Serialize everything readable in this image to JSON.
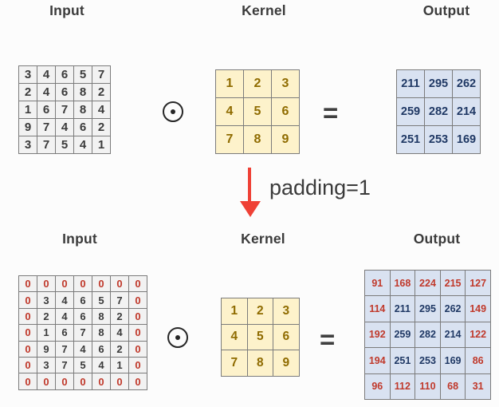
{
  "colors": {
    "padded_value_red": "#c0392b",
    "matrix_value_dark": "#3b3b3b",
    "output_value_navy": "#1f3864",
    "kernel_value_gold": "#8f6b00",
    "input_cell_bg": "#f2f2f2",
    "kernel_cell_bg": "#fdf2cb",
    "output_cell_bg": "#d9e2f1",
    "arrow_red": "#ef4136"
  },
  "operators": {
    "elementwise": "⊙",
    "equals": "="
  },
  "annotation": {
    "arrow_label": "padding=1"
  },
  "top_row": {
    "input_title": "Input",
    "kernel_title": "Kernel",
    "output_title": "Output",
    "input_matrix": {
      "values": [
        [
          3,
          4,
          6,
          5,
          7
        ],
        [
          2,
          4,
          6,
          8,
          2
        ],
        [
          1,
          6,
          7,
          8,
          4
        ],
        [
          9,
          7,
          4,
          6,
          2
        ],
        [
          3,
          7,
          5,
          4,
          1
        ]
      ]
    },
    "kernel_matrix": {
      "values": [
        [
          1,
          2,
          3
        ],
        [
          4,
          5,
          6
        ],
        [
          7,
          8,
          9
        ]
      ]
    },
    "output_matrix": {
      "values": [
        [
          211,
          295,
          262
        ],
        [
          259,
          282,
          214
        ],
        [
          251,
          253,
          169
        ]
      ]
    }
  },
  "bottom_row": {
    "input_title": "Input",
    "kernel_title": "Kernel",
    "output_title": "Output",
    "input_matrix": {
      "ring_red": true,
      "values": [
        [
          0,
          0,
          0,
          0,
          0,
          0,
          0
        ],
        [
          0,
          3,
          4,
          6,
          5,
          7,
          0
        ],
        [
          0,
          2,
          4,
          6,
          8,
          2,
          0
        ],
        [
          0,
          1,
          6,
          7,
          8,
          4,
          0
        ],
        [
          0,
          9,
          7,
          4,
          6,
          2,
          0
        ],
        [
          0,
          3,
          7,
          5,
          4,
          1,
          0
        ],
        [
          0,
          0,
          0,
          0,
          0,
          0,
          0
        ]
      ]
    },
    "kernel_matrix": {
      "values": [
        [
          1,
          2,
          3
        ],
        [
          4,
          5,
          6
        ],
        [
          7,
          8,
          9
        ]
      ]
    },
    "output_matrix": {
      "ring_red": true,
      "values": [
        [
          91,
          168,
          224,
          215,
          127
        ],
        [
          114,
          211,
          295,
          262,
          149
        ],
        [
          192,
          259,
          282,
          214,
          122
        ],
        [
          194,
          251,
          253,
          169,
          86
        ],
        [
          96,
          112,
          110,
          68,
          31
        ]
      ]
    }
  }
}
